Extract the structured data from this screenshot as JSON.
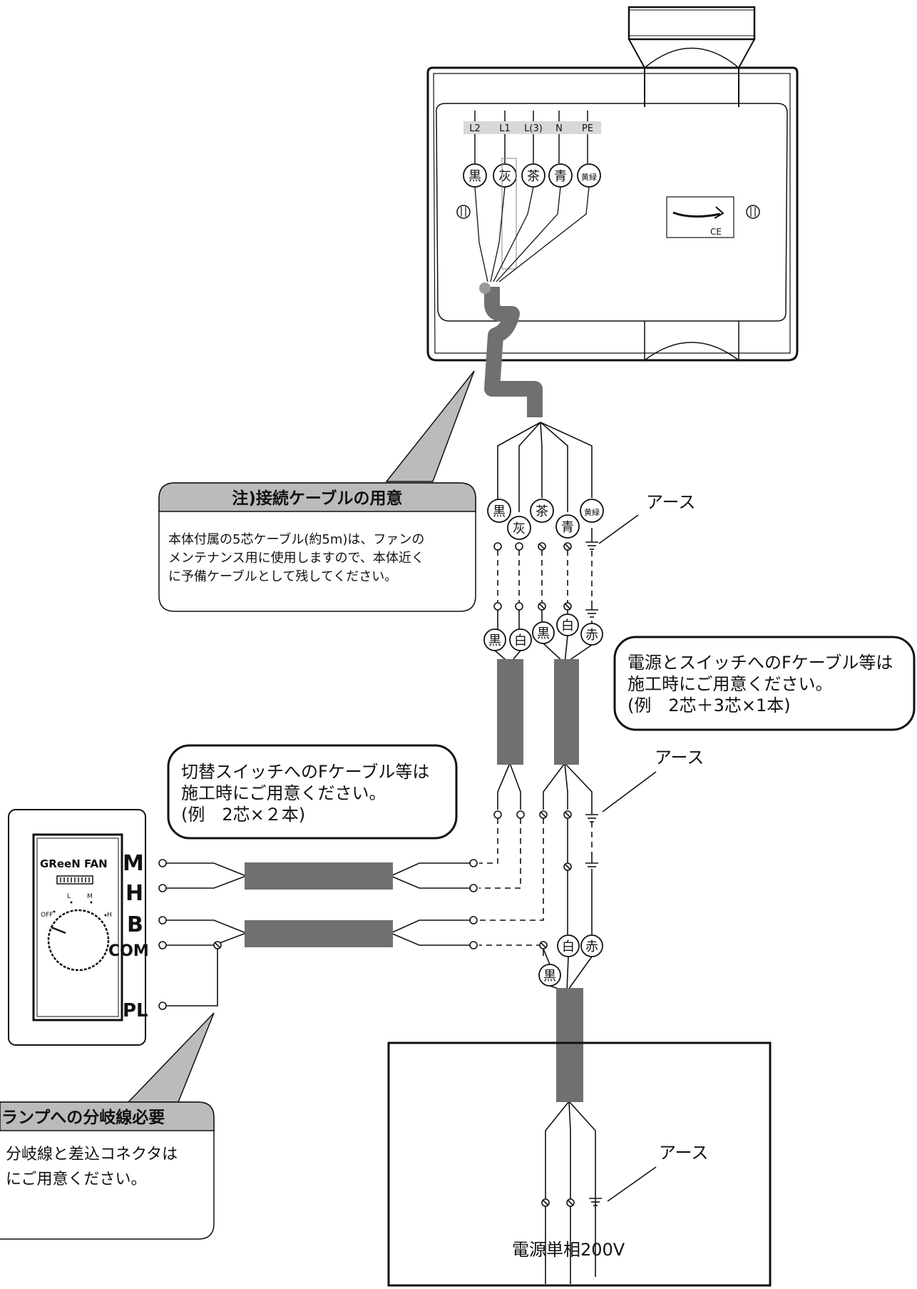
{
  "terminals": [
    "L2",
    "L1",
    "L(3)",
    "N",
    "PE"
  ],
  "fan_wires": [
    "黒",
    "灰",
    "茶",
    "青",
    "黄緑"
  ],
  "ce_mark": "CE",
  "cable_wires": [
    "黒",
    "灰",
    "茶",
    "青",
    "黄緑"
  ],
  "f_cable_wires": [
    "黒",
    "白",
    "黒",
    "白",
    "赤"
  ],
  "supply_wires": [
    "白",
    "赤",
    "黒"
  ],
  "earth_label": "アース",
  "note_cable": {
    "title": "注)接続ケーブルの用意",
    "lines": [
      "本体付属の5芯ケーブル(約5m)は、ファンの",
      "メンテナンス用に使用しますので、本体近く",
      "に予備ケーブルとして残してください。"
    ]
  },
  "note_power": {
    "lines": [
      "電源とスイッチへのFケーブル等は",
      "施工時にご用意ください。",
      "(例　2芯＋3芯×1本)"
    ]
  },
  "note_switch": {
    "lines": [
      "切替スイッチへのFケーブル等は",
      "施工時にご用意ください。",
      "(例　2芯×２本)"
    ]
  },
  "note_lamp": {
    "title": "ランプへの分岐線必要",
    "lines": [
      "分岐線と差込コネクタは",
      "にご用意ください。"
    ]
  },
  "switch": {
    "brand": "GReeN FAN",
    "dial_labels": [
      "OFF",
      "L",
      "M",
      "H"
    ],
    "terminals": [
      "M",
      "H",
      "B",
      "COM",
      "PL"
    ]
  },
  "power_source": "電源単相200V"
}
